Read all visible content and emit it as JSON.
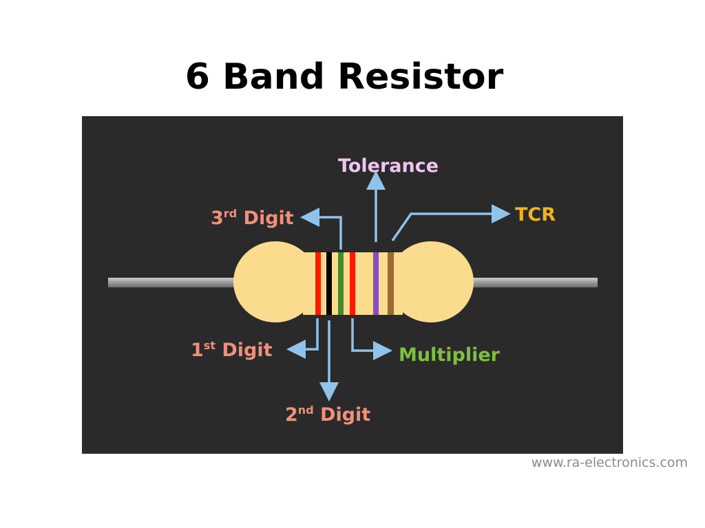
{
  "title": "6 Band Resistor",
  "credit": "www.ra-electronics.com",
  "labels": {
    "tolerance": "Tolerance",
    "tcr": "TCR",
    "third_digit": {
      "num": "3",
      "sup": "rd",
      "text": " Digit"
    },
    "first_digit": {
      "num": "1",
      "sup": "st",
      "text": " Digit"
    },
    "second_digit": {
      "num": "2",
      "sup": "nd",
      "text": " Digit"
    },
    "multiplier": "Multiplier"
  },
  "colors": {
    "background": "#2a2a2a",
    "body": "#fbdc8e",
    "lead": "#9a9a9a",
    "arrow": "#8fc3ec",
    "digit_label": "#f0907a",
    "tolerance_label": "#eec5ee",
    "tcr_label": "#f5b318",
    "multiplier_label": "#7fbf3f"
  },
  "bands": [
    {
      "role": "1st digit",
      "color": "#ff1a00"
    },
    {
      "role": "2nd digit",
      "color": "#000000"
    },
    {
      "role": "3rd digit",
      "color": "#4b8a2a"
    },
    {
      "role": "multiplier",
      "color": "#ff1a00"
    },
    {
      "role": "tolerance",
      "color": "#8a4cc8"
    },
    {
      "role": "tcr",
      "color": "#9a6a30"
    }
  ]
}
